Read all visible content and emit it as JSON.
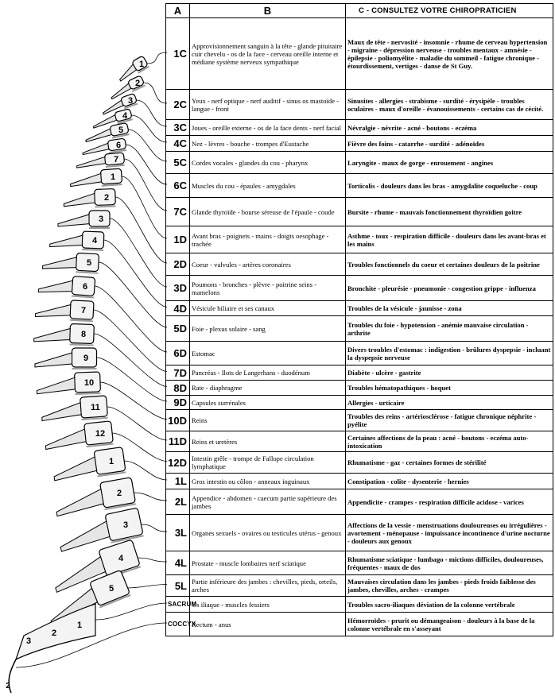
{
  "headers": {
    "a": "A",
    "b": "B",
    "c": "C - CONSULTEZ VOTRE CHIROPRATICIEN"
  },
  "spine_labels": {
    "cervical": [
      "1",
      "2",
      "3",
      "4",
      "5",
      "6",
      "7"
    ],
    "dorsal": [
      "1",
      "2",
      "3",
      "4",
      "5",
      "6",
      "7",
      "8",
      "9",
      "10",
      "11",
      "12"
    ],
    "lumbar": [
      "1",
      "2",
      "3",
      "4",
      "5"
    ],
    "sacrum": [
      "1",
      "2",
      "3"
    ],
    "coccyx": "2"
  },
  "rows": [
    {
      "level": "1C",
      "area": "Approvisionnement sanguin à la tête - glande pituitaire cuir chevelu - os de la face - cerveau oreille interne et médiane système nerveux sympathique",
      "effects": "Maux de tête - nervosité - insomnie - rhume de cerveau hypertension - migraine - dépression nerveuse - troubles mentaux - amnésie - épilepsie - poliomyélite - maladie du sommeil - fatigue chronique - étourdissement, vertiges - danse de St Guy."
    },
    {
      "level": "2C",
      "area": "Yeux - nerf optique - nerf auditif - sinus os mastoïde - langue - front",
      "effects": "Sinusites - allergies - strabisme - surdité - érysipèle - troubles oculaires - maux d'oreille - évanouissements - certains cas de cécité."
    },
    {
      "level": "3C",
      "area": "Joues - oreille externe - os de la face dents - nerf facial",
      "effects": "Névralgie - névrite - acné - boutons - eczéma"
    },
    {
      "level": "4C",
      "area": "Nez - lèvres - bouche - trompes d'Eustache",
      "effects": "Fièvre des foins - catarrhe - surdité - adénoïdes"
    },
    {
      "level": "5C",
      "area": "Cordes vocales - glandes du cou - pharynx",
      "effects": "Laryngite - maux de gorge - enrouement - angines"
    },
    {
      "level": "6C",
      "area": "Muscles du cou - épaules - amygdales",
      "effects": "Torticolis - douleurs dans les bras - amygdalite coqueluche - coup"
    },
    {
      "level": "7C",
      "area": "Glande thyroïde - bourse séreuse de l'épaule - coude",
      "effects": "Bursite - rhume - mauvais fonctionnement thyroïdien goitre"
    },
    {
      "level": "1D",
      "area": "Avant bras - poignets - mains - doigts oesophage - trachée",
      "effects": "Asthme - toux - respiration difficile - douleurs dans les avant-bras et les mains"
    },
    {
      "level": "2D",
      "area": "Coeur - valvules - artères coronaires",
      "effects": "Troubles fonctionnels du coeur et certaines douleurs de la poitrine"
    },
    {
      "level": "3D",
      "area": "Poumons - bronches - plèvre - poitrine seins - mamelons",
      "effects": "Bronchite - pleurésie - pneumonie - congestion grippe - influenza"
    },
    {
      "level": "4D",
      "area": "Vésicule biliaire et ses canaux",
      "effects": "Troubles de la vésicule - jaunisse - zona"
    },
    {
      "level": "5D",
      "area": "Foie - plexus solaire - sang",
      "effects": "Troubles du foie - hypotension - anémie mauvaise circulation - arthrite"
    },
    {
      "level": "6D",
      "area": "Estomac",
      "effects": "Divers troubles d'estomac : indigestion - brûlures dyspepsie - incluant la dyspepsie nerveuse"
    },
    {
      "level": "7D",
      "area": "Pancréas - Ilots de Langerhans - duodénum",
      "effects": "Diabète - ulcère - gastrite"
    },
    {
      "level": "8D",
      "area": "Rate - diaphragme",
      "effects": "Troubles hématopathiques - hoquet"
    },
    {
      "level": "9D",
      "area": "Capsules surrénales",
      "effects": "Allergies - urticaire"
    },
    {
      "level": "10D",
      "area": "Reins",
      "effects": "Troubles des reins - artériosclérose - fatigue chronique néphrite - pyélite"
    },
    {
      "level": "11D",
      "area": "Reins et uretères",
      "effects": "Certaines affections de la peau : acné - boutons - eczéma auto-intoxication"
    },
    {
      "level": "12D",
      "area": "Intestin grêle - trompe de Fallope circulation lymphatique",
      "effects": "Rhumatisme - gaz - certaines formes de stérilité"
    },
    {
      "level": "1L",
      "area": "Gros intestin ou côlon - anneaux inguinaux",
      "effects": "Constipation - colite - dysenterie - hernies"
    },
    {
      "level": "2L",
      "area": "Appendice - abdomen - caecum partie supérieure des jambes",
      "effects": "Appendicite - crampes - respiration difficile acidose - varices"
    },
    {
      "level": "3L",
      "area": "Organes sexuels - ovaires ou testicules utérus - genoux",
      "effects": "Affections de la vessie - menstruations douloureuses ou irrégulières - avortement - ménopause - impuissance incontinence d'urine nocturne - douleurs aux genoux"
    },
    {
      "level": "4L",
      "area": "Prostate - muscle lombaires nerf sciatique",
      "effects": "Rhumatisme sciatique - lumbago - mictions difficiles, douloureuses, fréquentes - maux de dos"
    },
    {
      "level": "5L",
      "area": "Partie inférieure des jambes : chevilles, pieds, orteils, arches",
      "effects": "Mauvaises circulation dans les jambes - pieds froids faiblesse des jambes, chevilles, arches - crampes"
    },
    {
      "level": "SACRUM",
      "area": "Os iliaque - muscles fessiers",
      "effects": "Troubles sacro-iliaques déviation de la colonne vertébrale"
    },
    {
      "level": "COCCYX",
      "area": "Rectum - anus",
      "effects": "Hémorroïdes - prurit ou démangeaison - douleurs à la base de la colonne vertébrale en s'asseyant"
    }
  ],
  "colors": {
    "ink": "#000000",
    "paper": "#ffffff",
    "bone": "#f4f4f4",
    "shade": "#9a9a9a"
  }
}
